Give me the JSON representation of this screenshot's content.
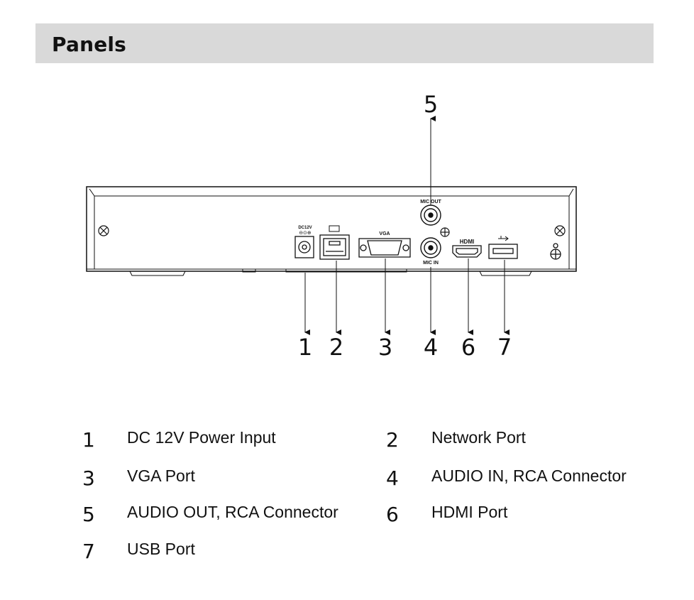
{
  "header": {
    "title": "Panels"
  },
  "panel_labels": {
    "dc": "DC12V",
    "vga": "VGA",
    "mic_out": "MIC OUT",
    "mic_in": "MIC IN",
    "hdmi": "HDMI"
  },
  "callouts": {
    "c1": "1",
    "c2": "2",
    "c3": "3",
    "c4": "4",
    "c5": "5",
    "c6": "6",
    "c7": "7"
  },
  "legend": [
    {
      "number": "1",
      "text": "DC 12V Power Input"
    },
    {
      "number": "2",
      "text": "Network Port"
    },
    {
      "number": "3",
      "text": "VGA Port"
    },
    {
      "number": "4",
      "text": "AUDIO IN, RCA Connector"
    },
    {
      "number": "5",
      "text": "AUDIO OUT, RCA Connector"
    },
    {
      "number": "6",
      "text": "HDMI Port"
    },
    {
      "number": "7",
      "text": "USB Port"
    }
  ]
}
